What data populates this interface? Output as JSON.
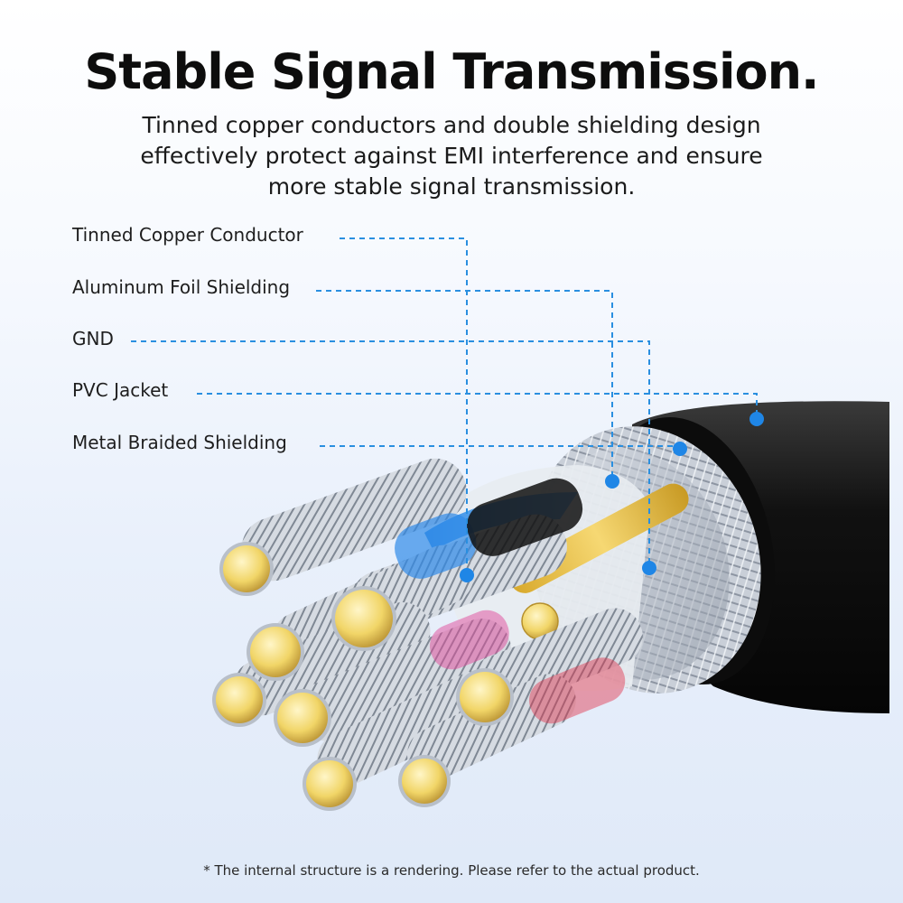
{
  "title": "Stable Signal Transmission.",
  "subtitle": "Tinned copper conductors and double shielding design effectively protect against EMI interference and ensure more stable signal transmission.",
  "labels": [
    "Tinned Copper Conductor",
    "Aluminum Foil Shielding",
    "GND",
    "PVC Jacket",
    "Metal Braided Shielding"
  ],
  "disclaimer": "* The internal structure is a rendering. Please refer to the actual product.",
  "colors": {
    "leader_line": "#2a8fe0",
    "marker_dot": "#1f86e6",
    "jacket": "#141414",
    "copper_tin": "#f1d567",
    "braid": "#c9cfd8"
  }
}
